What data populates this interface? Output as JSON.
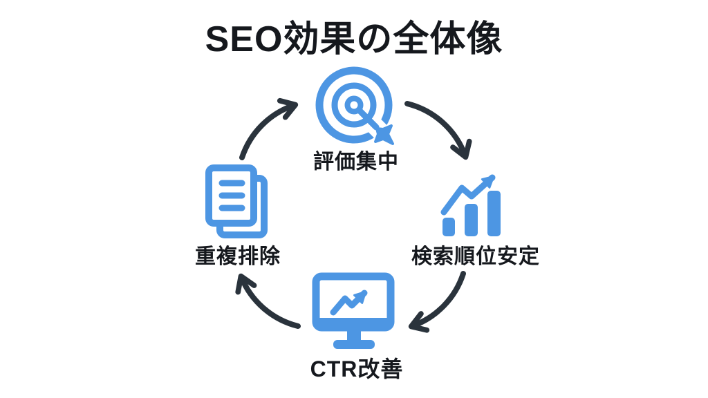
{
  "title": "SEO効果の全体像",
  "colors": {
    "accent_blue": "#4d96e3",
    "arrow_dark": "#2a333c",
    "text_dark": "#15181d",
    "background": "#ffffff"
  },
  "cycle": {
    "flow": "clockwise",
    "nodes": [
      {
        "position": "top",
        "label": "評価集中",
        "icon": "target-icon"
      },
      {
        "position": "right",
        "label": "検索順位安定",
        "icon": "bar-chart-icon"
      },
      {
        "position": "bottom",
        "label": "CTR改善",
        "icon": "monitor-chart-icon"
      },
      {
        "position": "left",
        "label": "重複排除",
        "icon": "documents-icon"
      }
    ]
  }
}
